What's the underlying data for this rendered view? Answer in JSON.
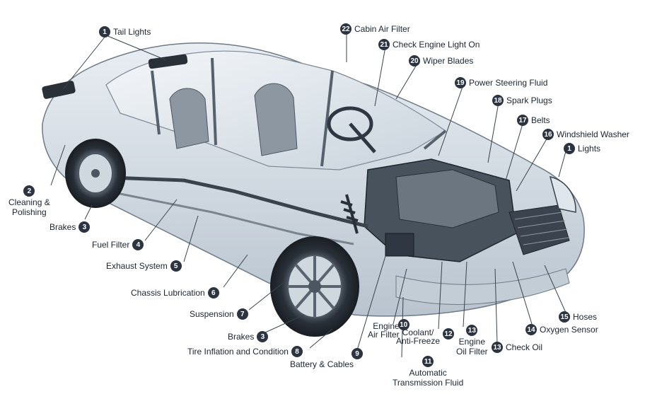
{
  "callouts": [
    {
      "id": "tail-lights",
      "num": "1",
      "label": "Tail Lights"
    },
    {
      "id": "cabin-air-filter",
      "num": "22",
      "label": "Cabin Air Filter"
    },
    {
      "id": "check-engine-light",
      "num": "21",
      "label": "Check Engine Light On"
    },
    {
      "id": "wiper-blades",
      "num": "20",
      "label": "Wiper Blades"
    },
    {
      "id": "power-steering-fluid",
      "num": "19",
      "label": "Power Steering Fluid"
    },
    {
      "id": "spark-plugs",
      "num": "18",
      "label": "Spark Plugs"
    },
    {
      "id": "belts",
      "num": "17",
      "label": "Belts"
    },
    {
      "id": "windshield-washer",
      "num": "16",
      "label": "Windshield Washer"
    },
    {
      "id": "lights",
      "num": "1",
      "label": "Lights"
    },
    {
      "id": "cleaning-polishing",
      "num": "2",
      "label_lines": [
        "Cleaning &",
        "Polishing"
      ]
    },
    {
      "id": "brakes-rear",
      "num": "3",
      "label": "Brakes"
    },
    {
      "id": "fuel-filter",
      "num": "4",
      "label": "Fuel Filter"
    },
    {
      "id": "exhaust-system",
      "num": "5",
      "label": "Exhaust System"
    },
    {
      "id": "chassis-lubrication",
      "num": "6",
      "label": "Chassis Lubrication"
    },
    {
      "id": "suspension",
      "num": "7",
      "label": "Suspension"
    },
    {
      "id": "brakes-front",
      "num": "3",
      "label": "Brakes"
    },
    {
      "id": "tire-inflation",
      "num": "8",
      "label": "Tire Inflation and Condition"
    },
    {
      "id": "battery-cables",
      "num": "9",
      "label": "Battery & Cables"
    },
    {
      "id": "engine-air-filter",
      "num": "10",
      "label_lines": [
        "Engine",
        "Air Filter"
      ]
    },
    {
      "id": "automatic-transmission-fluid",
      "num": "11",
      "label_lines": [
        "Automatic",
        "Transmission Fluid"
      ]
    },
    {
      "id": "coolant-antifreeze",
      "num": "12",
      "label_lines": [
        "Coolant/",
        "Anti-Freeze"
      ]
    },
    {
      "id": "engine-oil-filter",
      "num": "13",
      "label_lines": [
        "Engine",
        "Oil Filter"
      ]
    },
    {
      "id": "check-oil",
      "num": "13",
      "label": "Check Oil"
    },
    {
      "id": "oxygen-sensor",
      "num": "14",
      "label": "Oxygen Sensor"
    },
    {
      "id": "hoses",
      "num": "15",
      "label": "Hoses"
    }
  ]
}
